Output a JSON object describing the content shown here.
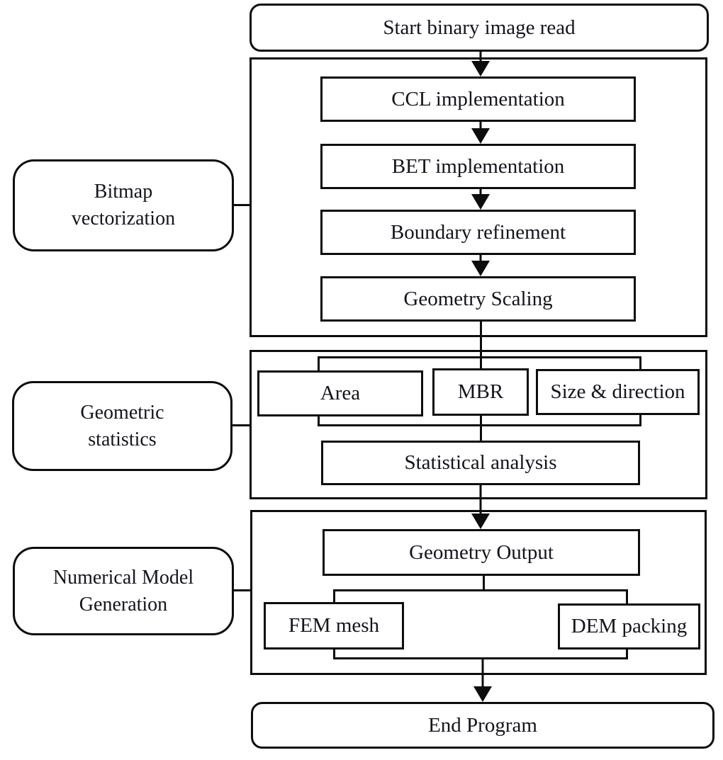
{
  "flowchart": {
    "start": "Start binary image read",
    "end": "End Program",
    "stage1": {
      "label_line1": "Bitmap",
      "label_line2": "vectorization",
      "steps": {
        "ccl": "CCL implementation",
        "bet": "BET implementation",
        "boundary": "Boundary refinement",
        "scaling": "Geometry Scaling"
      }
    },
    "stage2": {
      "label_line1": "Geometric",
      "label_line2": "statistics",
      "metrics": {
        "area": "Area",
        "mbr": "MBR",
        "size_direction": "Size & direction"
      },
      "analysis": "Statistical analysis"
    },
    "stage3": {
      "label_line1": "Numerical Model",
      "label_line2": "Generation",
      "output": "Geometry Output",
      "fem": "FEM mesh",
      "dem": "DEM packing"
    },
    "colors": {
      "line": "#0d0d0d",
      "text": "#14141c",
      "background": "#ffffff"
    }
  }
}
